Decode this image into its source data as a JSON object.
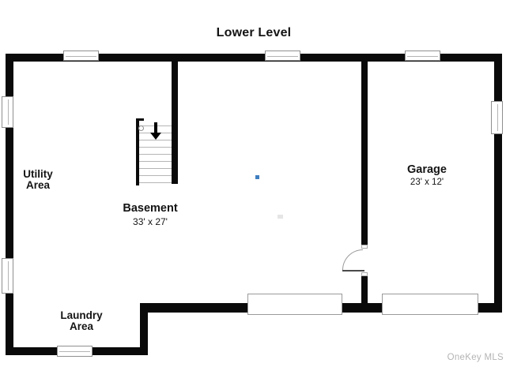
{
  "title": "Lower Level",
  "rooms": {
    "utility": {
      "line1": "Utility",
      "line2": "Area"
    },
    "basement": {
      "name": "Basement",
      "dimensions": "33' x 27'"
    },
    "garage": {
      "name": "Garage",
      "dimensions": "23' x 12'"
    },
    "laundry": {
      "line1": "Laundry",
      "line2": "Area"
    }
  },
  "stairs": {
    "direction": "down",
    "icon": "down-arrow-icon",
    "tread_count": 9
  },
  "watermark": "OneKey MLS",
  "colors": {
    "background": "#ffffff",
    "wall": "#0a0a0a",
    "window_border": "#8f8f8f",
    "door_arc": "#9a9a9a",
    "stair_tread": "#b5b5b5",
    "marker_blue": "#3f7fbf",
    "watermark_gray": "#b4b4b4"
  }
}
